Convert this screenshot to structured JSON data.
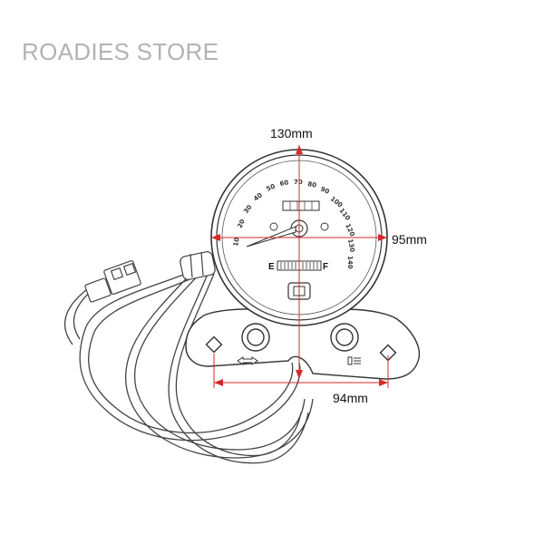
{
  "header": {
    "store_name": "ROADIES STORE"
  },
  "dimensions": {
    "height_label": "130mm",
    "diameter_label": "95mm",
    "bracket_width_label": "94mm"
  },
  "gauge": {
    "fuel_empty": "E",
    "fuel_full": "F"
  },
  "colors": {
    "dimension_line": "#d42a2a",
    "outline": "#333333",
    "store_text": "#b3b3b3"
  }
}
